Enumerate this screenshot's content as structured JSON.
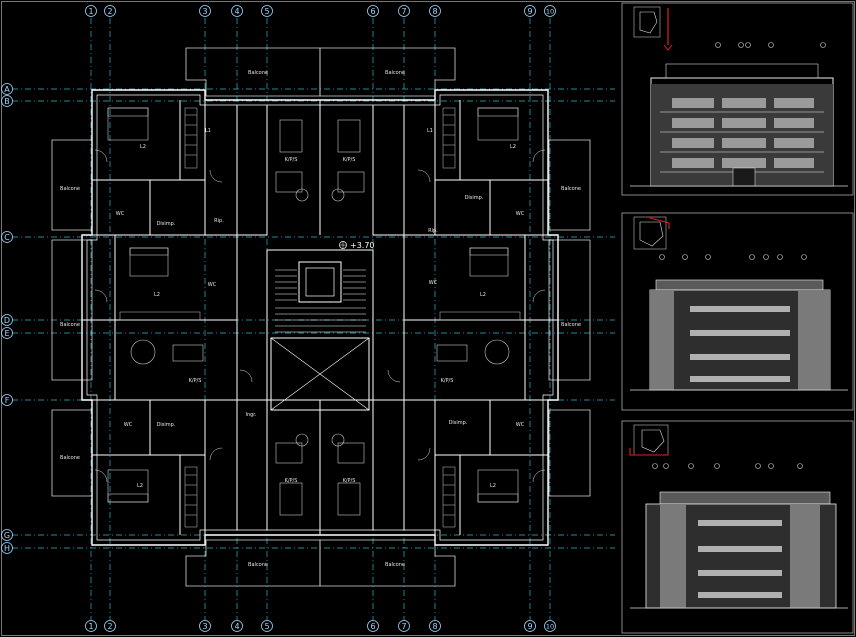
{
  "plan": {
    "level_label": "+3.70",
    "axes_top": [
      "1",
      "2",
      "3",
      "4",
      "5",
      "6",
      "7",
      "8",
      "9",
      "10"
    ],
    "axes_left": [
      "A",
      "B",
      "C",
      "D",
      "E",
      "F",
      "G",
      "H"
    ]
  },
  "rooms": [
    {
      "id": "balcone-top-l",
      "label": "Balcone"
    },
    {
      "id": "balcone-top-r",
      "label": "Balcone"
    },
    {
      "id": "balcone-bot-l",
      "label": "Balcone"
    },
    {
      "id": "balcone-bot-r",
      "label": "Balcone"
    },
    {
      "id": "balcone-left-top",
      "label": "Balcone"
    },
    {
      "id": "balcone-left-mid",
      "label": "Balcone"
    },
    {
      "id": "balcone-left-bot",
      "label": "Balcone"
    },
    {
      "id": "balcone-right-top",
      "label": "Balcone"
    },
    {
      "id": "balcone-right-mid",
      "label": "Balcone"
    },
    {
      "id": "kps-1",
      "label": "K/P/S"
    },
    {
      "id": "kps-2",
      "label": "K/P/S"
    },
    {
      "id": "kps-3",
      "label": "K/P/S"
    },
    {
      "id": "kps-4",
      "label": "K/P/S"
    },
    {
      "id": "kps-5",
      "label": "K/P/S"
    },
    {
      "id": "kps-6",
      "label": "K/P/S"
    },
    {
      "id": "l2-1",
      "label": "L2"
    },
    {
      "id": "l2-2",
      "label": "L2"
    },
    {
      "id": "l2-3",
      "label": "L2"
    },
    {
      "id": "l2-4",
      "label": "L2"
    },
    {
      "id": "l2-5",
      "label": "L2"
    },
    {
      "id": "l2-6",
      "label": "L2"
    },
    {
      "id": "l1-1",
      "label": "L1"
    },
    {
      "id": "l1-2",
      "label": "L1"
    },
    {
      "id": "wc-1",
      "label": "WC"
    },
    {
      "id": "wc-2",
      "label": "WC"
    },
    {
      "id": "wc-3",
      "label": "WC"
    },
    {
      "id": "wc-4",
      "label": "WC"
    },
    {
      "id": "wc-5",
      "label": "WC"
    },
    {
      "id": "wc-6",
      "label": "WC"
    },
    {
      "id": "disimp-1",
      "label": "Disimp."
    },
    {
      "id": "disimp-2",
      "label": "Disimp."
    },
    {
      "id": "disimp-3",
      "label": "Disimp."
    },
    {
      "id": "disimp-4",
      "label": "Disimp."
    },
    {
      "id": "rip-1",
      "label": "Rip."
    },
    {
      "id": "rip-2",
      "label": "Rip."
    },
    {
      "id": "ingr-1",
      "label": "Ingr."
    }
  ],
  "elevations": [
    {
      "id": "elevation-1"
    },
    {
      "id": "elevation-2"
    },
    {
      "id": "elevation-3"
    }
  ],
  "colors": {
    "background": "#000000",
    "grid_axis": "#2fb7c9",
    "walls": "#ffffff",
    "furniture": "#c8c8c8",
    "panel_frame": "#888888",
    "key_marker": "#e02020"
  }
}
